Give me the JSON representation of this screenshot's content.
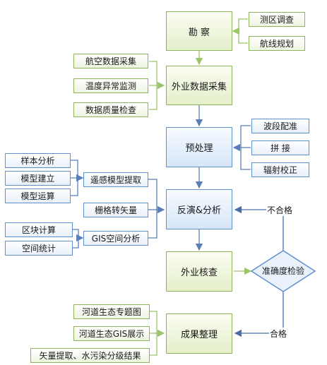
{
  "main_steps": {
    "survey": "勘 察",
    "field_collection": "外业数据采集",
    "preprocess": "预处理",
    "inversion": "反演&分析",
    "field_check": "外业核查",
    "results": "成果整理"
  },
  "survey_tasks": [
    "测区调查",
    "航线规划"
  ],
  "collection_inputs": [
    "航空数据采集",
    "温度异常监测",
    "数据质量检查"
  ],
  "preprocess_tasks": [
    "波段配准",
    "拼 接",
    "辐射校正"
  ],
  "model_tasks": [
    "样本分析",
    "模型建立",
    "模型运算"
  ],
  "analysis_methods": [
    "遥感模型提取",
    "栅格转矢量",
    "GIS空间分析"
  ],
  "gis_tasks": [
    "区块计算",
    "空间统计"
  ],
  "decision": {
    "label": "准确度检验",
    "fail_label": "不合格",
    "pass_label": "合格"
  },
  "outputs": [
    "河道生态专题图",
    "河道生态GIS展示",
    "矢量提取、水污染分级结果"
  ],
  "colors": {
    "green_border": "#8fb35a",
    "blue_border": "#5e8fcf",
    "green_arrow": "#9cc46a",
    "blue_arrow": "#5b7fb8"
  }
}
